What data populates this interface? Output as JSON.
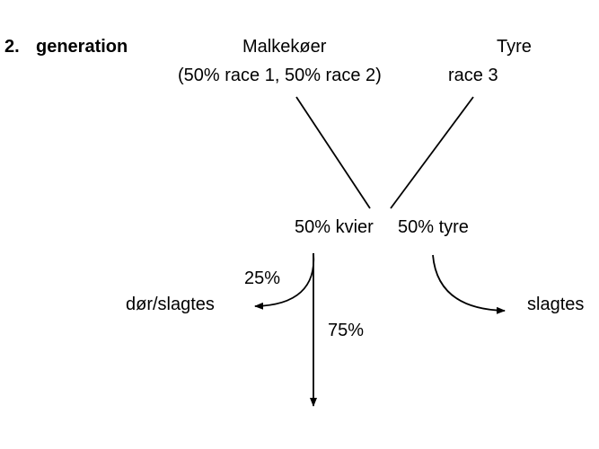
{
  "heading": {
    "number": "2.",
    "title": "generation"
  },
  "parents": {
    "cows_label": "Malkekøer",
    "cows_breed": "(50% race 1, 50% race 2)",
    "bulls_label": "Tyre",
    "bulls_breed": "race 3"
  },
  "offspring": {
    "heifers": "50% kvier",
    "bulls": "50% tyre"
  },
  "outcomes": {
    "die_pct": "25%",
    "die_label": "dør/slagtes",
    "continue_pct": "75%",
    "bull_outcome": "slagtes"
  }
}
